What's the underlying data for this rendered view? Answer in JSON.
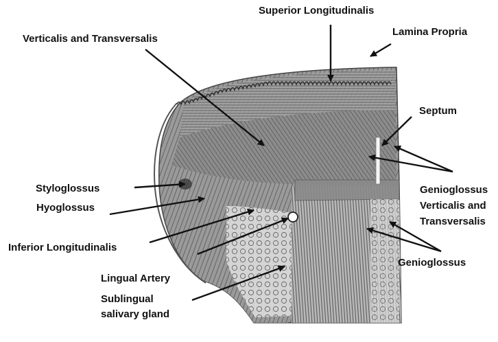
{
  "colors": {
    "tissue": "#8a8a8a",
    "tissue_dark": "#5e5e5e",
    "tissue_light": "#c9c9c9",
    "ink": "#111111",
    "background": "#ffffff"
  },
  "labels": {
    "superior_longitudinalis": "Superior Longitudinalis",
    "verticalis_transversalis": "Verticalis and Transversalis",
    "lamina_propria": "Lamina Propria",
    "septum": "Septum",
    "styloglossus": "Styloglossus",
    "hyoglossus": "Hyoglossus",
    "genioglossus_vt_line1": "Genioglossus",
    "genioglossus_vt_line2": "Verticalis and",
    "genioglossus_vt_line3": "Transversalis",
    "inferior_longitudinalis": "Inferior Longitudinalis",
    "genioglossus": "Genioglossus",
    "lingual_artery": "Lingual Artery",
    "sublingual_line1": "Sublingual",
    "sublingual_line2": "salivary gland"
  }
}
